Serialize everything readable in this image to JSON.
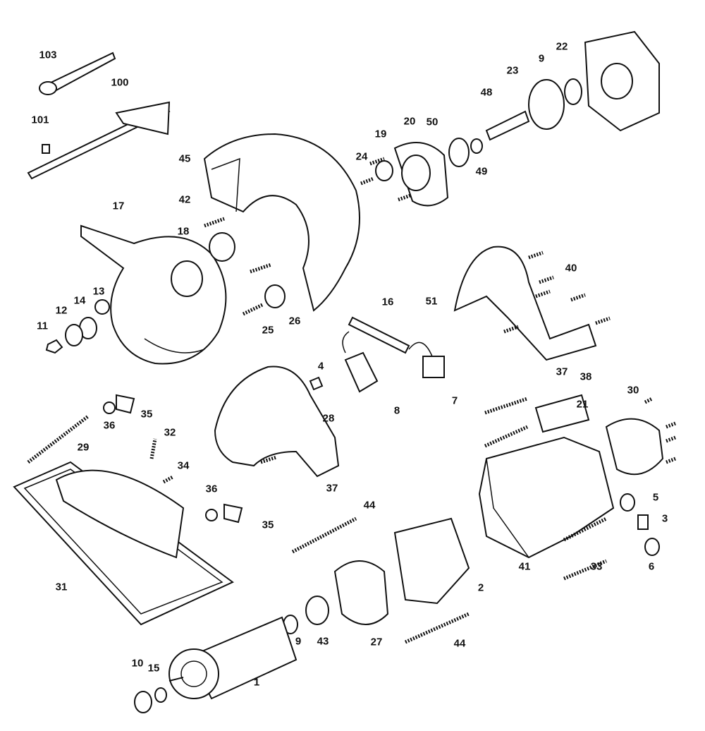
{
  "diagram": {
    "type": "exploded-parts-view",
    "part_labels": [
      "103",
      "100",
      "101",
      "45",
      "42",
      "17",
      "18",
      "19",
      "20",
      "24",
      "50",
      "48",
      "49",
      "23",
      "9",
      "22",
      "13",
      "14",
      "12",
      "11",
      "25",
      "26",
      "16",
      "51",
      "40",
      "37",
      "4",
      "28",
      "8",
      "7",
      "38",
      "30",
      "21",
      "36",
      "35",
      "29",
      "32",
      "34",
      "37",
      "36",
      "35",
      "44",
      "5",
      "3",
      "6",
      "33",
      "41",
      "2",
      "31",
      "9",
      "43",
      "27",
      "44",
      "10",
      "15",
      "1"
    ],
    "colors": {
      "line": "#111111",
      "background": "#ffffff"
    }
  }
}
